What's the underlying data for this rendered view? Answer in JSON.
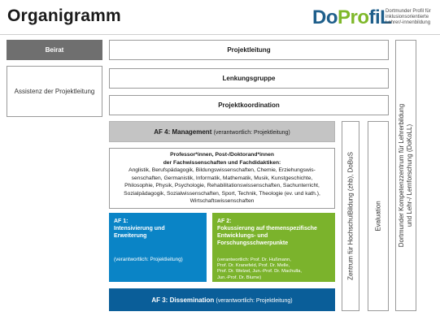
{
  "header": {
    "title": "Organigramm",
    "logo_text": "DoProfiL",
    "logo_subtitle_line1": "Dortmunder Profil für",
    "logo_subtitle_line2": "inklusionsorientierte",
    "logo_subtitle_line3": "Lehrer/-innenbildung"
  },
  "left": {
    "beirat": "Beirat",
    "assistenz": "Assistenz der Projektleitung"
  },
  "center": {
    "projektleitung": "Projektleitung",
    "lenkungsgruppe": "Lenkungsgruppe",
    "projektkoordination": "Projektkoordination",
    "ap4_title": "AF 4: Management",
    "ap4_resp": "(verantwortlich: Projektleitung)",
    "prof_head1": "Professor*innen, Post-/Doktorand*innen",
    "prof_head2": "der Fachwissenschaften und Fachdidaktiken:",
    "prof_lines": [
      "Anglistik, Berufspädagogik, Bildungswissenschaften, Chemie, Erziehungswis-",
      "senschaften, Germanistik, Informatik, Mathematik, Musik, Kunstgeschichte,",
      "Philosophie, Physik, Psychologie, Rehabilitationswissenschaften, Sachunterricht,",
      "Sozialpädagogik, Sozialwissenschaften, Sport, Technik, Theologie (ev. und kath.),",
      "Wirtschaftswissenschaften"
    ],
    "ap1_l1": "AF 1:",
    "ap1_l2": "Intensivierung und",
    "ap1_l3": "Erweiterung",
    "ap1_resp": "(verantwortlich: Projektleitung)",
    "ap2_l1": "AF 2:",
    "ap2_l2": "Fokussierung auf themenspezifische",
    "ap2_l3": "Entwicklungs- und",
    "ap2_l4": "Forschungsschwerpunkte",
    "ap2_resp": [
      "(verantwortlich: Prof. Dr. Hußmann,",
      "Prof. Dr. Kranefeld, Prof. Dr. Melle,",
      "Prof. Dr. Welzel, Jun.-Prof. Dr. Machulla,",
      "Jun.-Prof. Dr. Blume)"
    ],
    "ap3_title": "AF 3: Dissemination",
    "ap3_resp": "(verantwortlich: Projektleitung)"
  },
  "right": {
    "zhb": "Zentrum für HochschulBildung (zhb), DoBuS",
    "evaluation": "Evaluation",
    "dokoll_l1": "Dortmunder Kompetenzzentrum für Lehrerbildung",
    "dokoll_l2": "und Lehr-/ Lernforschung (DoKoLL)"
  },
  "colors": {
    "beirat_gray": "#6f6f6f",
    "management_gray": "#c4c4c4",
    "af1_blue": "#0a84c6",
    "af2_green": "#7bb32c",
    "af3_darkblue": "#0a5e99",
    "logo_blue": "#1f5f8b",
    "logo_green": "#7fb82a"
  }
}
